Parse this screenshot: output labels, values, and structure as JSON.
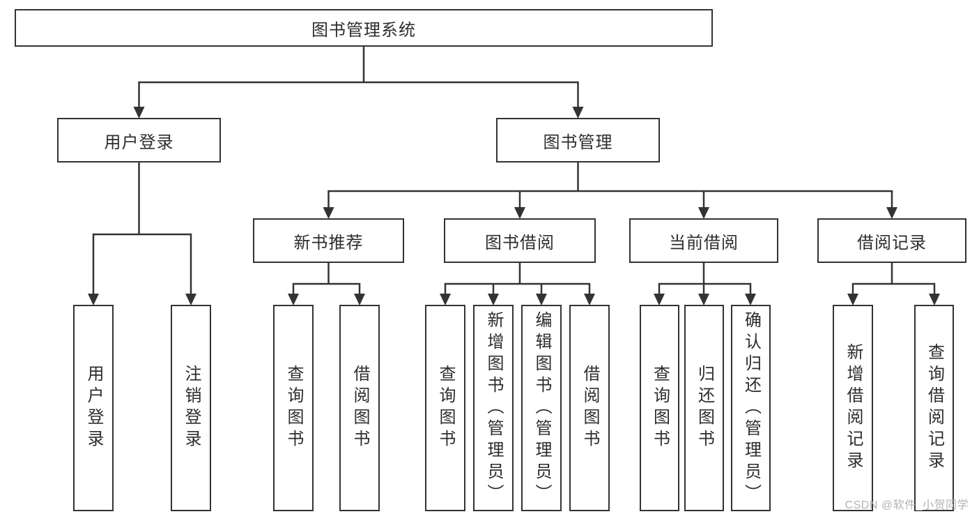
{
  "tree": {
    "label": "图书管理系统",
    "children": [
      {
        "label": "用户登录",
        "children": [
          {
            "label": "用户登录"
          },
          {
            "label": "注销登录"
          }
        ]
      },
      {
        "label": "图书管理",
        "children": [
          {
            "label": "新书推荐",
            "children": [
              {
                "label": "查询图书"
              },
              {
                "label": "借阅图书"
              }
            ]
          },
          {
            "label": "图书借阅",
            "children": [
              {
                "label": "查询图书"
              },
              {
                "label": "新增图书（管理员）"
              },
              {
                "label": "编辑图书（管理员）"
              },
              {
                "label": "借阅图书"
              }
            ]
          },
          {
            "label": "当前借阅",
            "children": [
              {
                "label": "查询图书"
              },
              {
                "label": "归还图书"
              },
              {
                "label": "确认归还（管理员）"
              }
            ]
          },
          {
            "label": "借阅记录",
            "children": [
              {
                "label": "新增借阅记录"
              },
              {
                "label": "查询借阅记录"
              }
            ]
          }
        ]
      }
    ]
  },
  "watermark": {
    "text": "CSDN @软件_小贺同学"
  },
  "colors": {
    "line": "#333333",
    "text": "#2d2d2d",
    "box_background": "#ffffff",
    "watermark": "#b3b3b3",
    "page_background": "#ffffff"
  }
}
